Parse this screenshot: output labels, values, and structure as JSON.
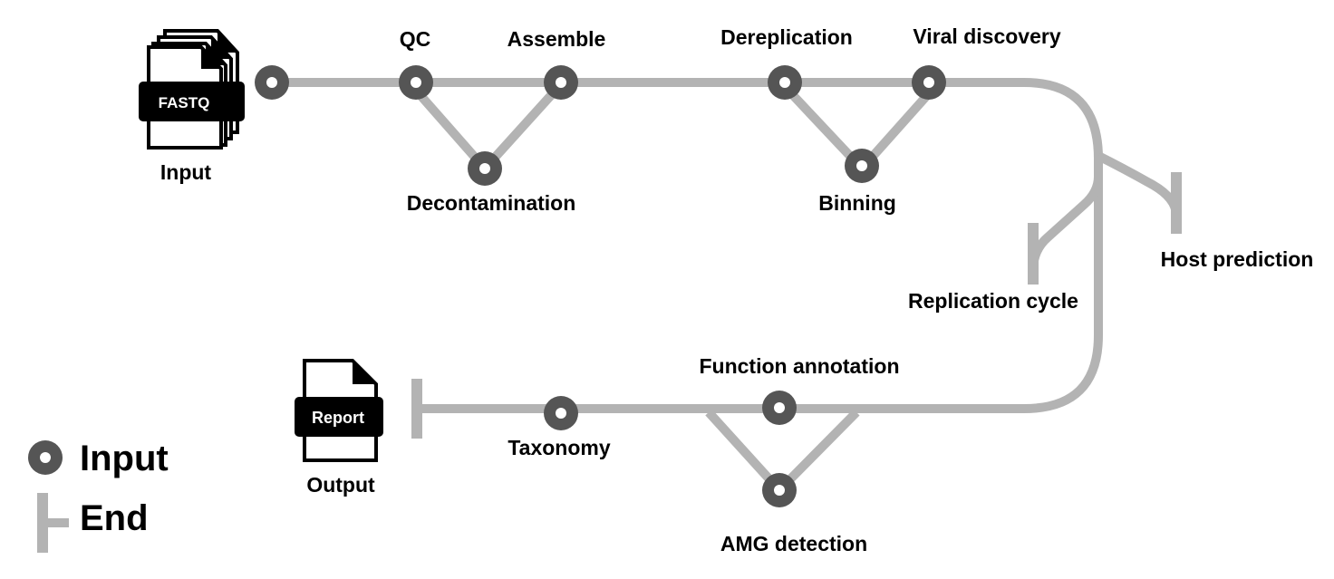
{
  "input_file": {
    "band_label": "FASTQ",
    "caption": "Input"
  },
  "output_file": {
    "band_label": "Report",
    "caption": "Output"
  },
  "stations": {
    "qc": "QC",
    "assemble": "Assemble",
    "decontamination": "Decontamination",
    "dereplication": "Dereplication",
    "viral_discovery": "Viral discovery",
    "binning": "Binning",
    "replication_cycle": "Replication cycle",
    "host_prediction": "Host prediction",
    "function_annotation": "Function annotation",
    "taxonomy": "Taxonomy",
    "amg_detection": "AMG detection"
  },
  "legend": {
    "input": "Input",
    "end": "End"
  },
  "colors": {
    "track": "#b3b3b3",
    "station": "#555555",
    "document": "#000000",
    "background": "#ffffff"
  }
}
